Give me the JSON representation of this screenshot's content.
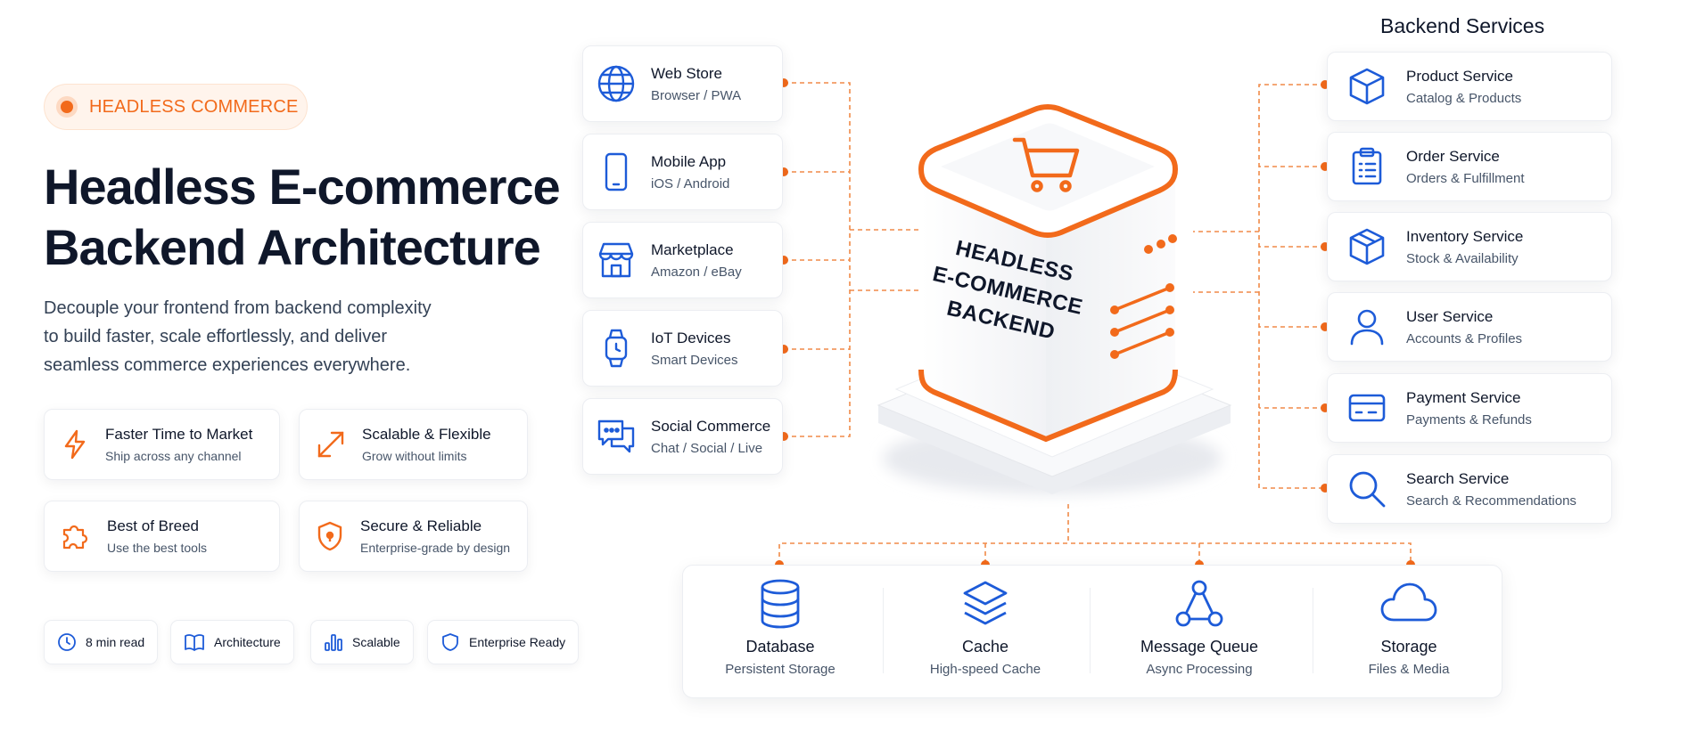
{
  "badge": {
    "label": "HEADLESS COMMERCE"
  },
  "hero": {
    "title_line1": "Headless E-commerce",
    "title_line2": "Backend Architecture",
    "subtitle_line1": "Decouple your frontend from backend complexity",
    "subtitle_line2": "to build faster, scale effortlessly, and deliver",
    "subtitle_line3": "seamless commerce experiences everywhere."
  },
  "features": [
    {
      "title": "Faster Time to Market",
      "desc": "Ship across any channel",
      "icon": "lightning-icon"
    },
    {
      "title": "Scalable & Flexible",
      "desc": "Grow without limits",
      "icon": "expand-arrows-icon"
    },
    {
      "title": "Best of Breed",
      "desc": "Use the best tools",
      "icon": "puzzle-icon"
    },
    {
      "title": "Secure & Reliable",
      "desc": "Enterprise-grade by design",
      "icon": "shield-icon"
    }
  ],
  "chips": [
    {
      "label": "8 min read",
      "icon": "clock-icon"
    },
    {
      "label": "Architecture",
      "icon": "book-icon"
    },
    {
      "label": "Scalable",
      "icon": "bar-chart-icon"
    },
    {
      "label": "Enterprise Ready",
      "icon": "shield-outline-icon"
    }
  ],
  "clients": [
    {
      "title": "Web Store",
      "desc": "Browser / PWA",
      "icon": "globe-icon"
    },
    {
      "title": "Mobile App",
      "desc": "iOS / Android",
      "icon": "smartphone-icon"
    },
    {
      "title": "Marketplace",
      "desc": "Amazon / eBay",
      "icon": "storefront-icon"
    },
    {
      "title": "IoT Devices",
      "desc": "Smart Devices",
      "icon": "smartwatch-icon"
    },
    {
      "title": "Social Commerce",
      "desc": "Chat / Social / Live",
      "icon": "chat-bubbles-icon"
    }
  ],
  "core": {
    "line1": "HEADLESS",
    "line2": "E-COMMERCE",
    "line3": "BACKEND",
    "icon": "shopping-cart-icon"
  },
  "services": {
    "heading": "Backend Services",
    "items": [
      {
        "title": "Product Service",
        "desc": "Catalog & Products",
        "icon": "box-icon"
      },
      {
        "title": "Order Service",
        "desc": "Orders & Fulfillment",
        "icon": "clipboard-list-icon"
      },
      {
        "title": "Inventory Service",
        "desc": "Stock & Availability",
        "icon": "package-icon"
      },
      {
        "title": "User Service",
        "desc": "Accounts & Profiles",
        "icon": "user-icon"
      },
      {
        "title": "Payment Service",
        "desc": "Payments & Refunds",
        "icon": "credit-card-icon"
      },
      {
        "title": "Search Service",
        "desc": "Search & Recommendations",
        "icon": "search-icon"
      }
    ]
  },
  "infrastructure": [
    {
      "title": "Database",
      "desc": "Persistent Storage",
      "icon": "database-icon"
    },
    {
      "title": "Cache",
      "desc": "High-speed Cache",
      "icon": "layers-icon"
    },
    {
      "title": "Message Queue",
      "desc": "Async Processing",
      "icon": "network-icon"
    },
    {
      "title": "Storage",
      "desc": "Files & Media",
      "icon": "cloud-icon"
    }
  ],
  "colors": {
    "accent": "#f26a1b",
    "icon_blue": "#1d5bd8",
    "text": "#0f172a",
    "muted": "#475569"
  }
}
